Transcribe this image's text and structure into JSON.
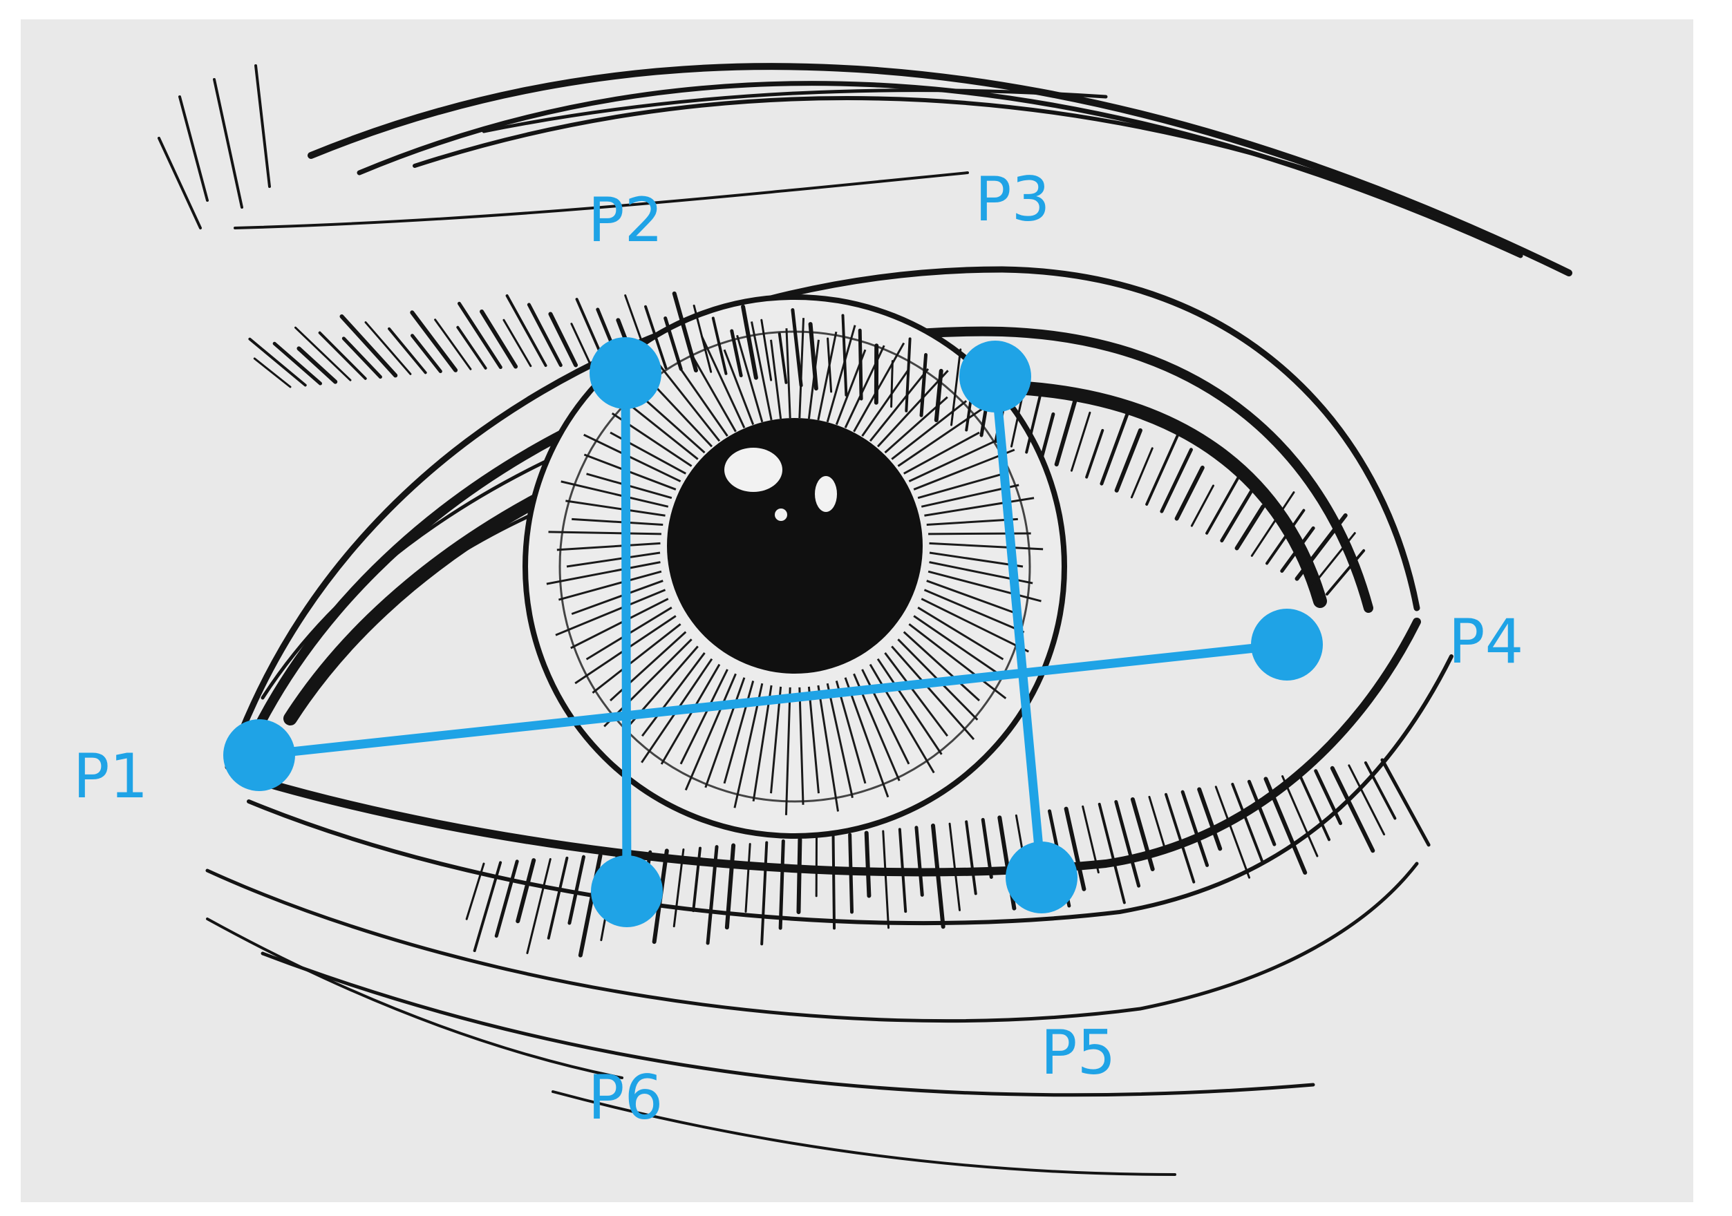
{
  "diagram": {
    "accent_color": "#1fa3e6",
    "ink_color": "#141414",
    "paper_color": "#e9e9e9",
    "landmarks": [
      {
        "id": "p1",
        "label": "P1"
      },
      {
        "id": "p2",
        "label": "P2"
      },
      {
        "id": "p3",
        "label": "P3"
      },
      {
        "id": "p4",
        "label": "P4"
      },
      {
        "id": "p5",
        "label": "P5"
      },
      {
        "id": "p6",
        "label": "P6"
      }
    ],
    "connections": [
      [
        "p1",
        "p4"
      ],
      [
        "p2",
        "p6"
      ],
      [
        "p3",
        "p5"
      ]
    ]
  }
}
